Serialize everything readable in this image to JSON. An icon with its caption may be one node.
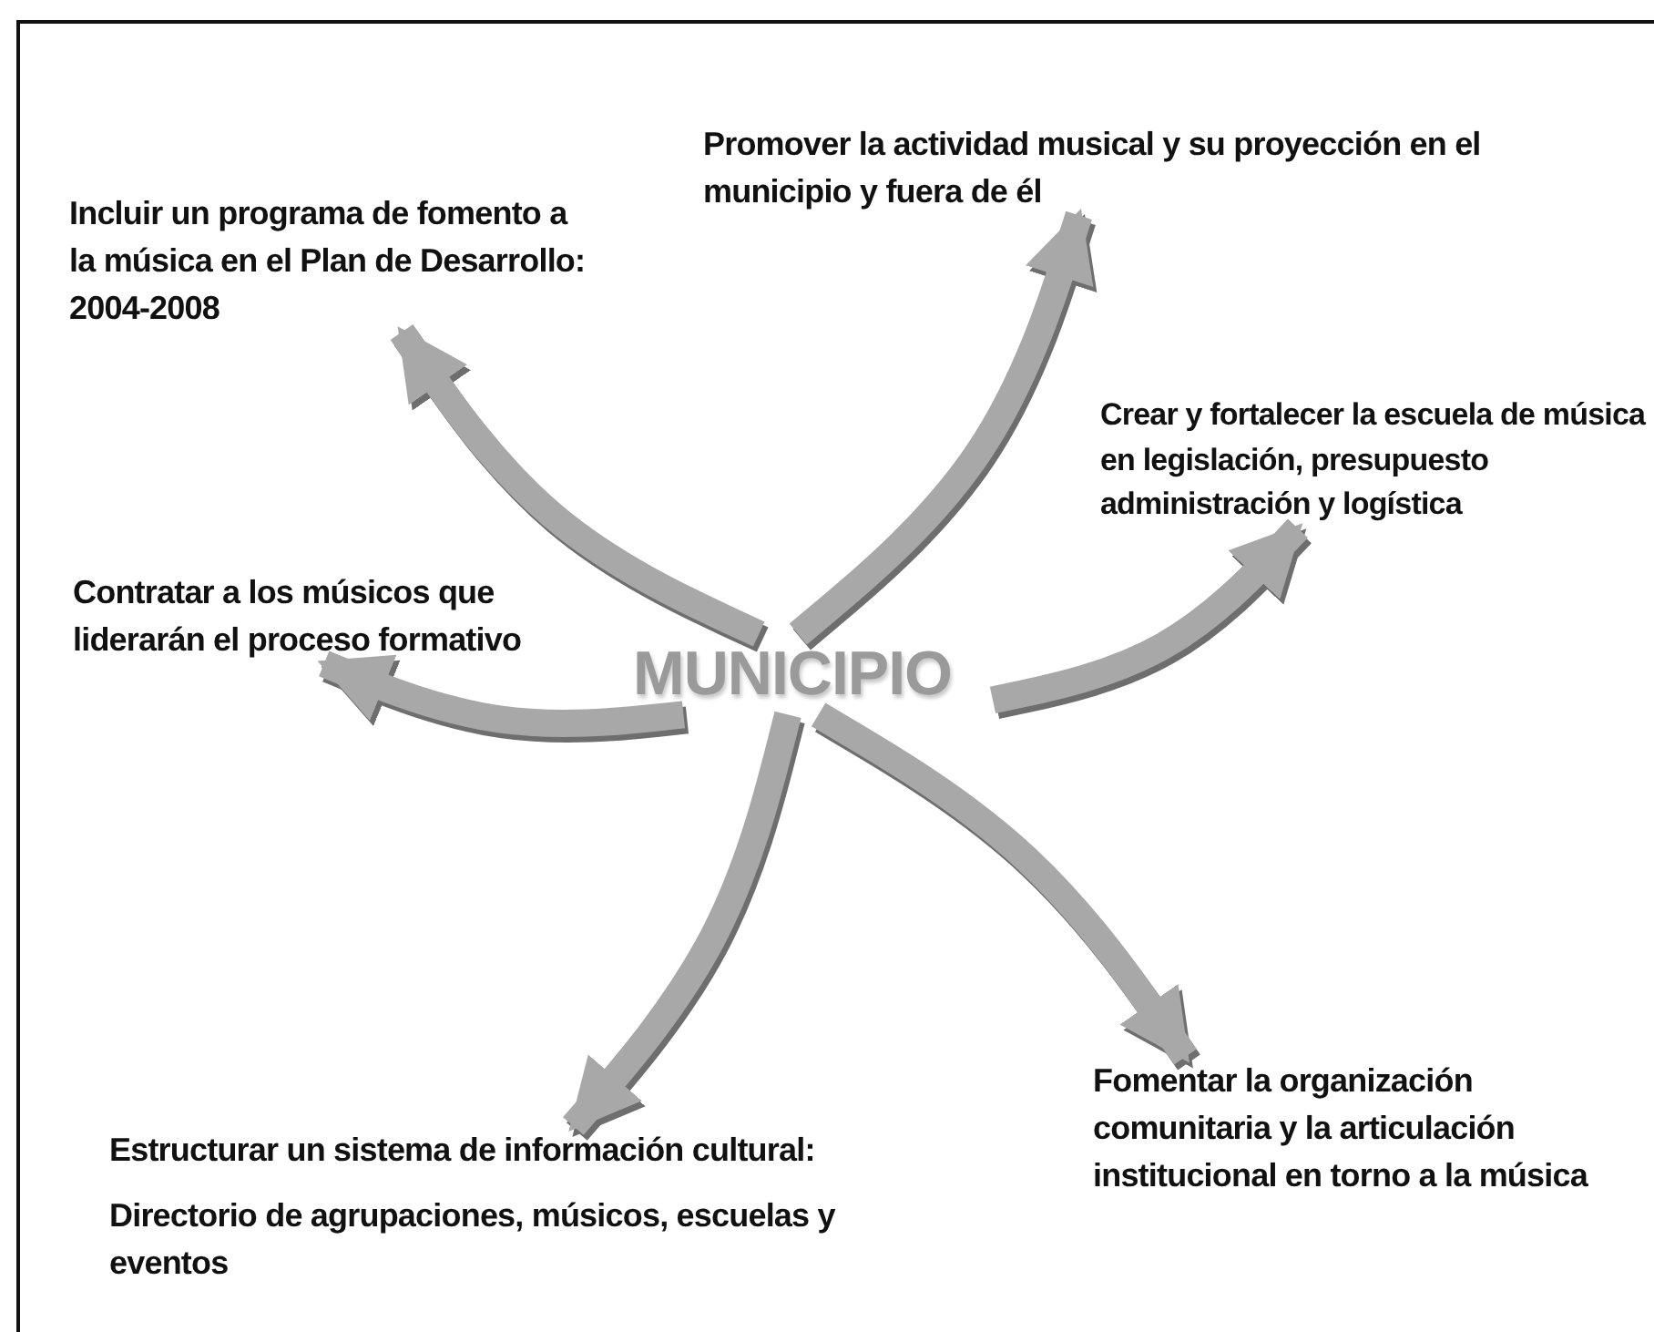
{
  "diagram": {
    "nodes": [
      {
        "text": [
          "Promover la actividad musical y su proyección en el municipio y fuera de él"
        ]
      },
      {
        "text": [
          "Incluir un programa de fomento a la música en el Plan de Desarrollo: 2004-2008"
        ]
      },
      {
        "text": [
          "Crear y fortalecer la escuela de música en legislación, presupuesto administración y logística"
        ]
      },
      {
        "text": [
          "Contratar a los músicos que liderarán el proceso formativo"
        ]
      },
      {
        "text": [
          "MUNICIPIO"
        ]
      },
      {
        "text": [
          "Fomentar la organización comunitaria y la articulación institucional en torno a la música"
        ]
      },
      {
        "text": [
          "Estructurar un sistema de información cultural:",
          "Directorio de agrupaciones, músicos, escuelas y eventos"
        ]
      }
    ],
    "edges": [
      {
        "from": 4,
        "to": 0,
        "arrow": "to"
      },
      {
        "from": 4,
        "to": 1,
        "arrow": "to"
      },
      {
        "from": 4,
        "to": 2,
        "arrow": "to"
      },
      {
        "from": 4,
        "to": 3,
        "arrow": "to"
      },
      {
        "from": 4,
        "to": 5,
        "arrow": "to"
      },
      {
        "from": 4,
        "to": 6,
        "arrow": "to"
      }
    ]
  }
}
